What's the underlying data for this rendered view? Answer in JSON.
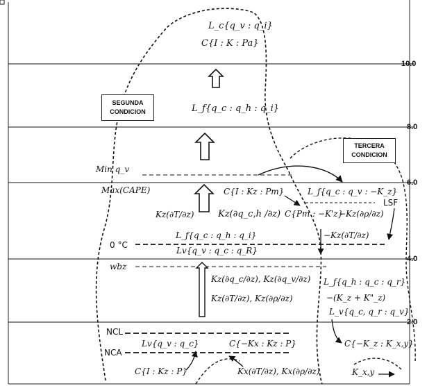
{
  "axis": {
    "levels": [
      {
        "value": "10.0"
      },
      {
        "value": "8.0"
      },
      {
        "value": "6.0"
      },
      {
        "value": "4.0"
      },
      {
        "value": "2.0"
      }
    ]
  },
  "boxes": {
    "segunda": {
      "line1": "SEGUNDA",
      "line2": "CONDICION"
    },
    "tercera": {
      "line1": "TERCERA",
      "line2": "CONDICION"
    }
  },
  "labels": {
    "lc": "L_c{q_v : q_i}",
    "c_ikpa": "C{I : K : Pa}",
    "lf_top": "L_f{q_c : q_h : q_i}",
    "minqv": "Min q_v",
    "maxcape": "Max(CAPE)",
    "c_ikzpm": "C{I : Kz : Pm}",
    "lf_right": "L_f{q_c : q_v : −K_z}",
    "kz_dt": "Kz(∂T/∂z)",
    "kz_dq": "Kz(∂q_c,h /∂z)",
    "c_pm": "C{Pm : −K'z}",
    "kz_drho": "−Kz(∂ρ/∂z)",
    "lsf": "LSF",
    "lf_mid": "L_f{q_c : q_h : q_i}",
    "kz_dt2": "−Kz(∂T/∂z)",
    "zero_c": "0 °C",
    "lv_mid": "Lv{q_v : q_c : q_R}",
    "wbz": "wbz",
    "kz_dqc": "Kz(∂q_c/∂z),  Kz(∂q_v/∂z)",
    "kz_dtr": "Kz(∂T/∂z),  Kz(∂ρ/∂z)",
    "lf_low": "L_f{q_h : q_c : q_r}",
    "kz_sum": "−(K_z + K\"_z)",
    "lv_low": "L_v{q_c, q_r : q_v}",
    "ncl": "NCL",
    "nca": "NCA",
    "lv_bot": "Lv{q_v : q_c}",
    "c_kx": "C{−Kx : Kz : P}",
    "c_kz": "C{−K_z : K_x,y}",
    "c_bottom": "C{I : Kz : P}",
    "kx_bottom": "Kx(∂T/∂z),  Kx(∂ρ/∂z)",
    "kxy": "K_x,y"
  }
}
